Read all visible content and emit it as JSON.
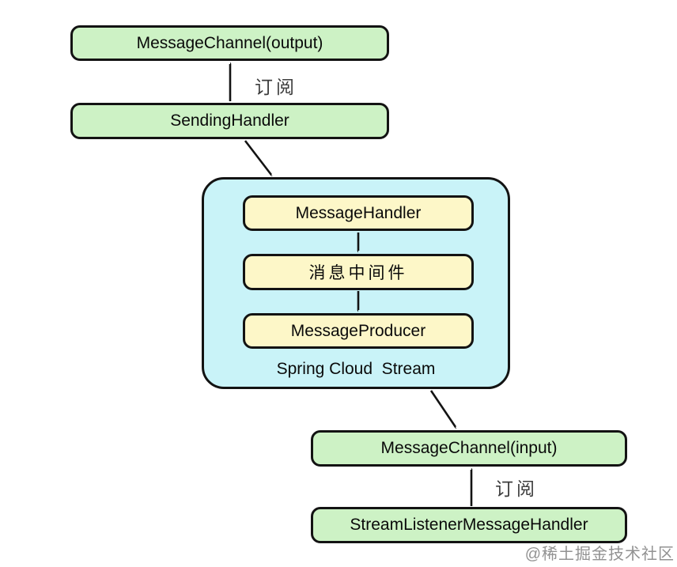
{
  "diagram": {
    "nodes": {
      "output_channel": "MessageChannel(output)",
      "sending_handler": "SendingHandler",
      "message_handler": "MessageHandler",
      "middleware": "消息中间件",
      "message_producer": "MessageProducer",
      "input_channel": "MessageChannel(input)",
      "stream_listener": "StreamListenerMessageHandler"
    },
    "container_label": "Spring Cloud  Stream",
    "edge_labels": {
      "subscribe_top": "订阅",
      "subscribe_bottom": "订阅"
    },
    "watermark": "@稀土掘金技术社区",
    "colors": {
      "node_green": "#cdf2c5",
      "node_yellow": "#fdf7c8",
      "container_blue": "#c9f3f8",
      "border": "#131313",
      "label_gray": "#3d3d3d",
      "watermark_gray": "#929292"
    }
  }
}
